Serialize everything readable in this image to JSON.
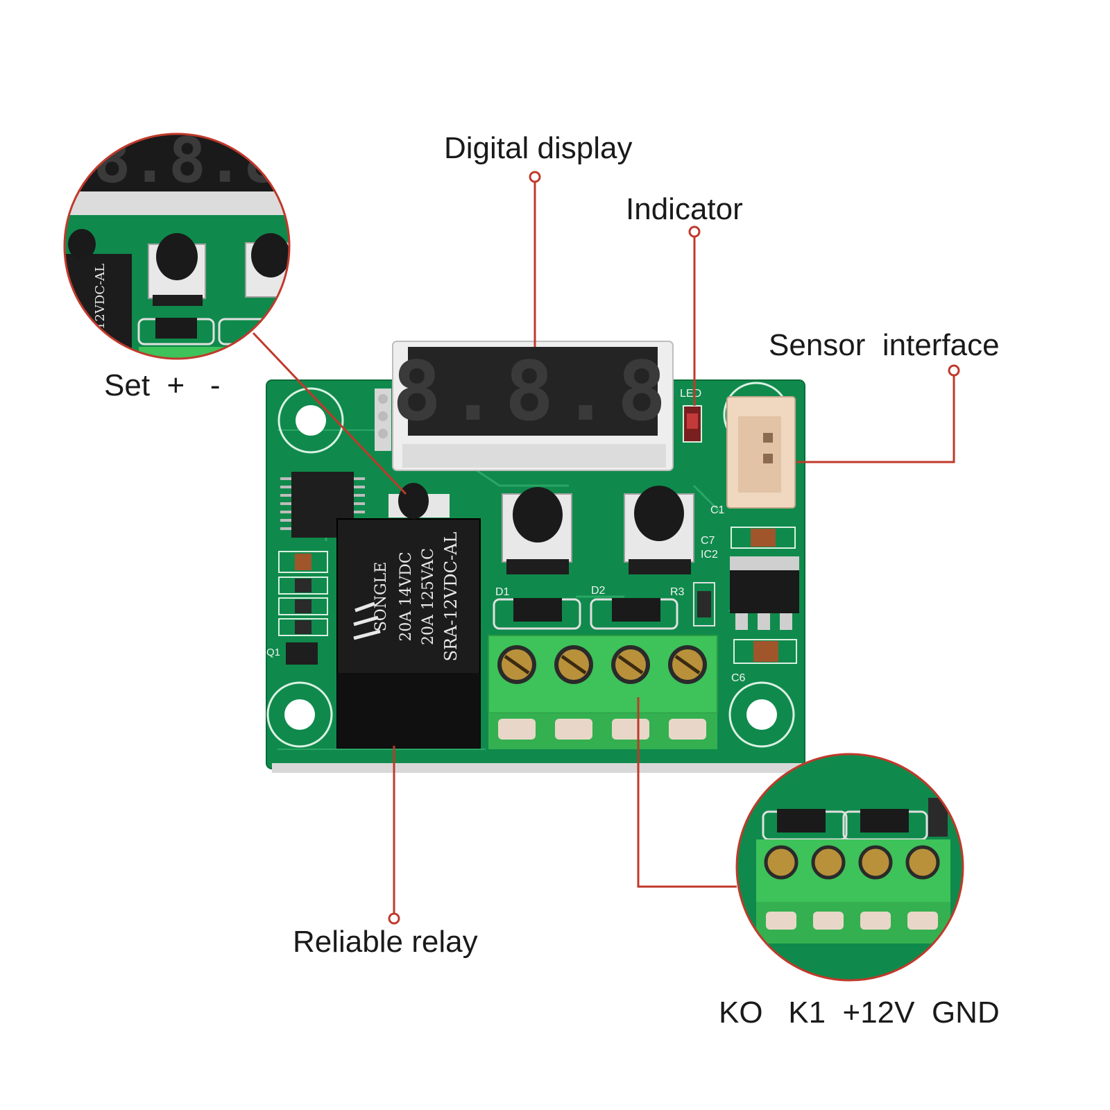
{
  "labels": {
    "digital_display": "Digital display",
    "indicator": "Indicator",
    "sensor_interface": "Sensor  interface",
    "buttons": "Set  +   -",
    "relay": "Reliable relay",
    "terminals": "KO   K1  +12V  GND"
  },
  "board": {
    "led": "LED",
    "d1": "D1",
    "d2": "D2",
    "r3": "R3",
    "c1": "C1",
    "c6": "C6",
    "c7": "C7",
    "ic2": "IC2",
    "q1": "Q1",
    "display_digits": "8.8.8",
    "relay_brand": "SONGLE",
    "relay_line1": "20A 14VDC",
    "relay_line2": "20A 125VAC",
    "relay_model": "SRA-12VDC-AL"
  },
  "colors": {
    "pcb": "#0f8a4c",
    "callout_line": "#c0392b",
    "terminal": "#3ec25a",
    "relay": "#1c1c1c",
    "display": "#2a2a2a"
  }
}
